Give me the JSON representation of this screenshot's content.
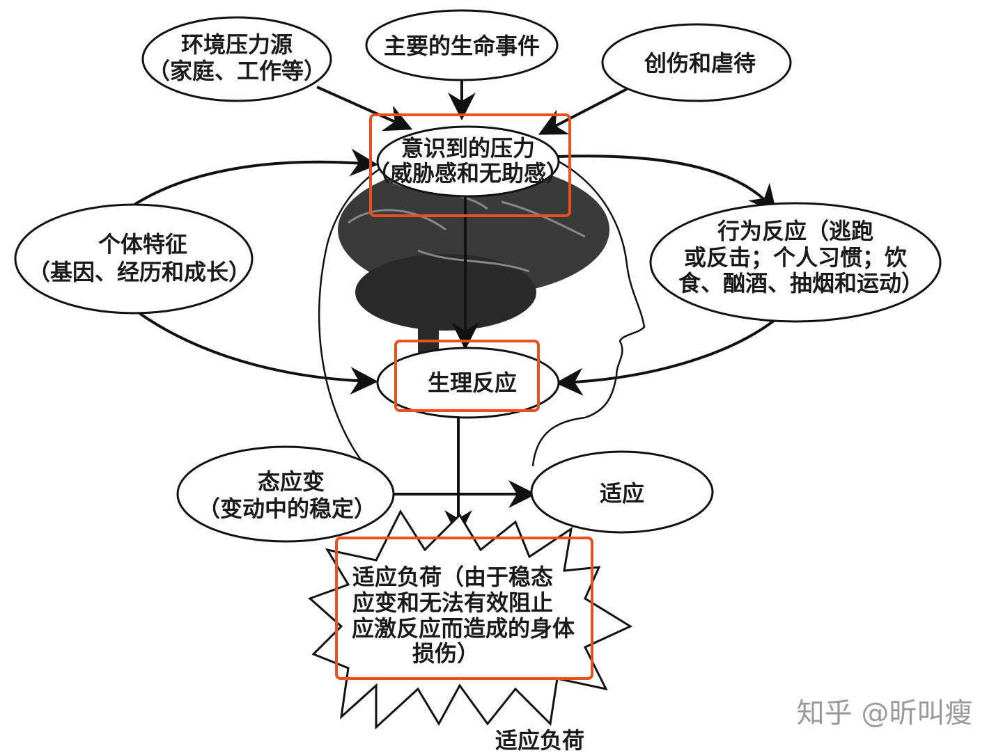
{
  "nodes": {
    "environment": {
      "line1": "环境压力源",
      "line2": "（家庭、工作等）"
    },
    "major_events": {
      "line1": "主要的生命事件"
    },
    "trauma": {
      "line1": "创伤和虐待"
    },
    "perceived_stress": {
      "line1": "意识到的压力",
      "line2": "（威胁感和无助感）"
    },
    "individual": {
      "line1": "个体特征",
      "line2": "（基因、经历和成长）"
    },
    "behavior": {
      "line1": "行为反应（逃跑",
      "line2": "或反击；个人习惯；饮",
      "line3": "食、酗酒、抽烟和运动）"
    },
    "physiological": {
      "line1": "生理反应"
    },
    "allostasis": {
      "line1": "态应变",
      "line2": "（变动中的稳定）"
    },
    "adaptation": {
      "line1": "适应"
    },
    "allostatic_load": {
      "line1": "适应负荷（由于稳态",
      "line2": "应变和无法有效阻止",
      "line3": "应激反应而造成的身体",
      "line4": "损伤）"
    }
  },
  "caption": "适应负荷",
  "watermark": "知乎 @昕叫瘦",
  "colors": {
    "highlight": "#e8501e",
    "ink": "#111111",
    "brain": "#3a3a3a"
  },
  "highlighted_nodes": [
    "perceived_stress",
    "physiological",
    "allostatic_load"
  ]
}
